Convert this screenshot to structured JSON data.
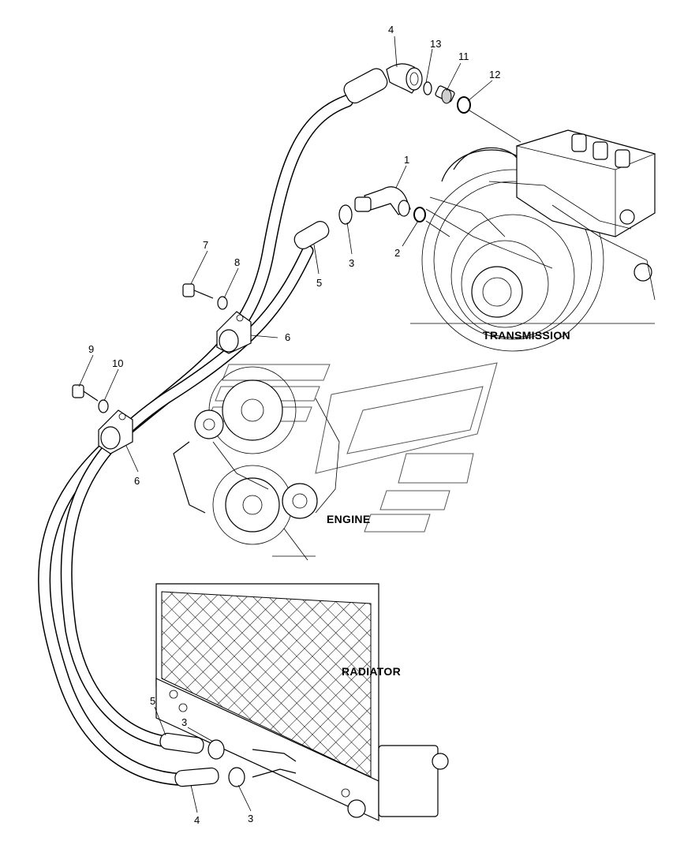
{
  "sections": {
    "transmission": "TRANSMISSION",
    "engine": "ENGINE",
    "radiator": "RADIATOR"
  },
  "callouts": {
    "c1": "1",
    "c2": "2",
    "c3a": "3",
    "c3b": "3",
    "c3c": "3",
    "c4a": "4",
    "c4b": "4",
    "c5a": "5",
    "c5b": "5",
    "c6a": "6",
    "c6b": "6",
    "c7": "7",
    "c8": "8",
    "c9": "9",
    "c10": "10",
    "c11": "11",
    "c12": "12",
    "c13": "13"
  }
}
